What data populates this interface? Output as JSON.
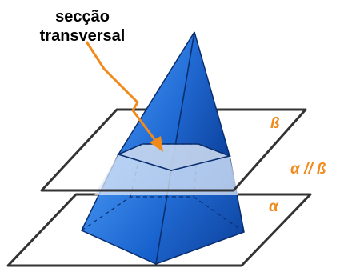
{
  "labels": {
    "section_line1": "secção",
    "section_line2": "transversal",
    "beta": "ß",
    "parallel": "α // ß",
    "alpha": "α"
  },
  "colors": {
    "accent": "#f08a1c",
    "pyramid_dark": "#0b4fb0",
    "pyramid_mid": "#1f6fe0",
    "pyramid_light": "#3b8cf2",
    "section_fill": "#c9d8ee",
    "plane_stroke": "#333333"
  }
}
